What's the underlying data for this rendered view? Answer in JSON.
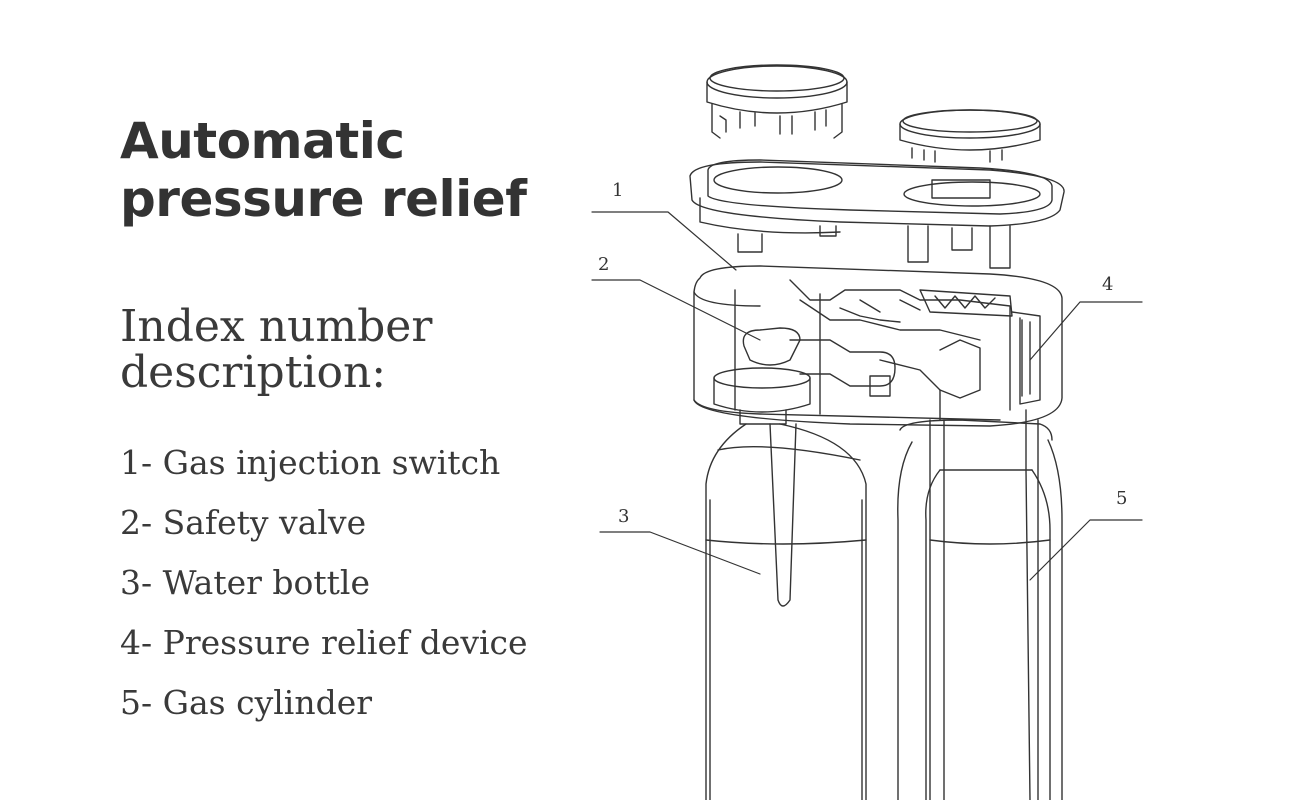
{
  "title": "Automatic pressure relief",
  "subtitle": "Index number description:",
  "index_items": [
    "1- Gas injection switch",
    "2- Safety valve",
    "3- Water bottle",
    "4- Pressure relief device",
    "5- Gas cylinder"
  ],
  "callouts": [
    "1",
    "2",
    "3",
    "4",
    "5"
  ]
}
